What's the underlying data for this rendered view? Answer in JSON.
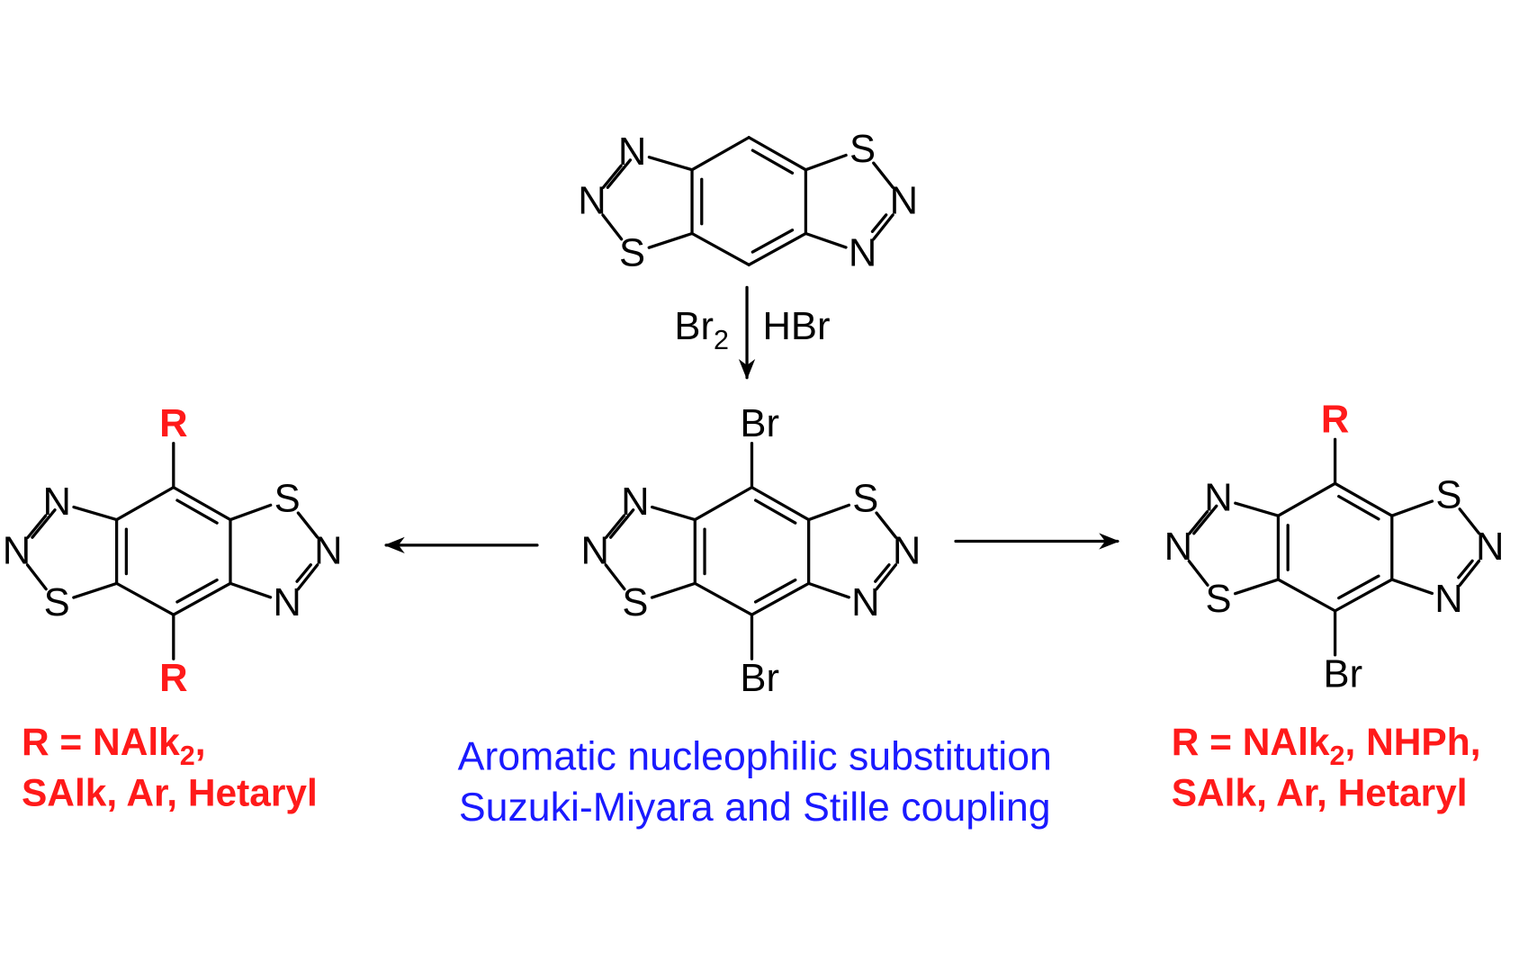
{
  "scheme": {
    "atoms": {
      "N": "N",
      "S": "S",
      "Br": "Br",
      "R": "R"
    },
    "reagents": {
      "left": "Br",
      "left_sub": "2",
      "right": "HBr"
    },
    "left_product_desc": {
      "line1": "R = NAlk",
      "line1_sub": "2",
      "line1_end": ",",
      "line2": "SAlk, Ar, Hetaryl"
    },
    "right_product_desc": {
      "line1": "R = NAlk",
      "line1_sub": "2",
      "line1_end": ", NHPh,",
      "line2": "SAlk, Ar, Hetaryl"
    },
    "conditions": {
      "line1": "Aromatic nucleophilic substitution",
      "line2": "Suzuki-Miyara and Stille coupling"
    },
    "colors": {
      "substituent": "#ff1a1a",
      "conditions": "#1a1aff",
      "structure": "#000000"
    },
    "molecules": [
      {
        "name": "starting-material",
        "top": null,
        "bottom": null
      },
      {
        "name": "dibromo-intermediate",
        "top": "Br",
        "bottom": "Br"
      },
      {
        "name": "disubstituted-product",
        "top": "R",
        "bottom": "R"
      },
      {
        "name": "monosubstituted-product",
        "top": "R",
        "bottom": "Br"
      }
    ]
  }
}
